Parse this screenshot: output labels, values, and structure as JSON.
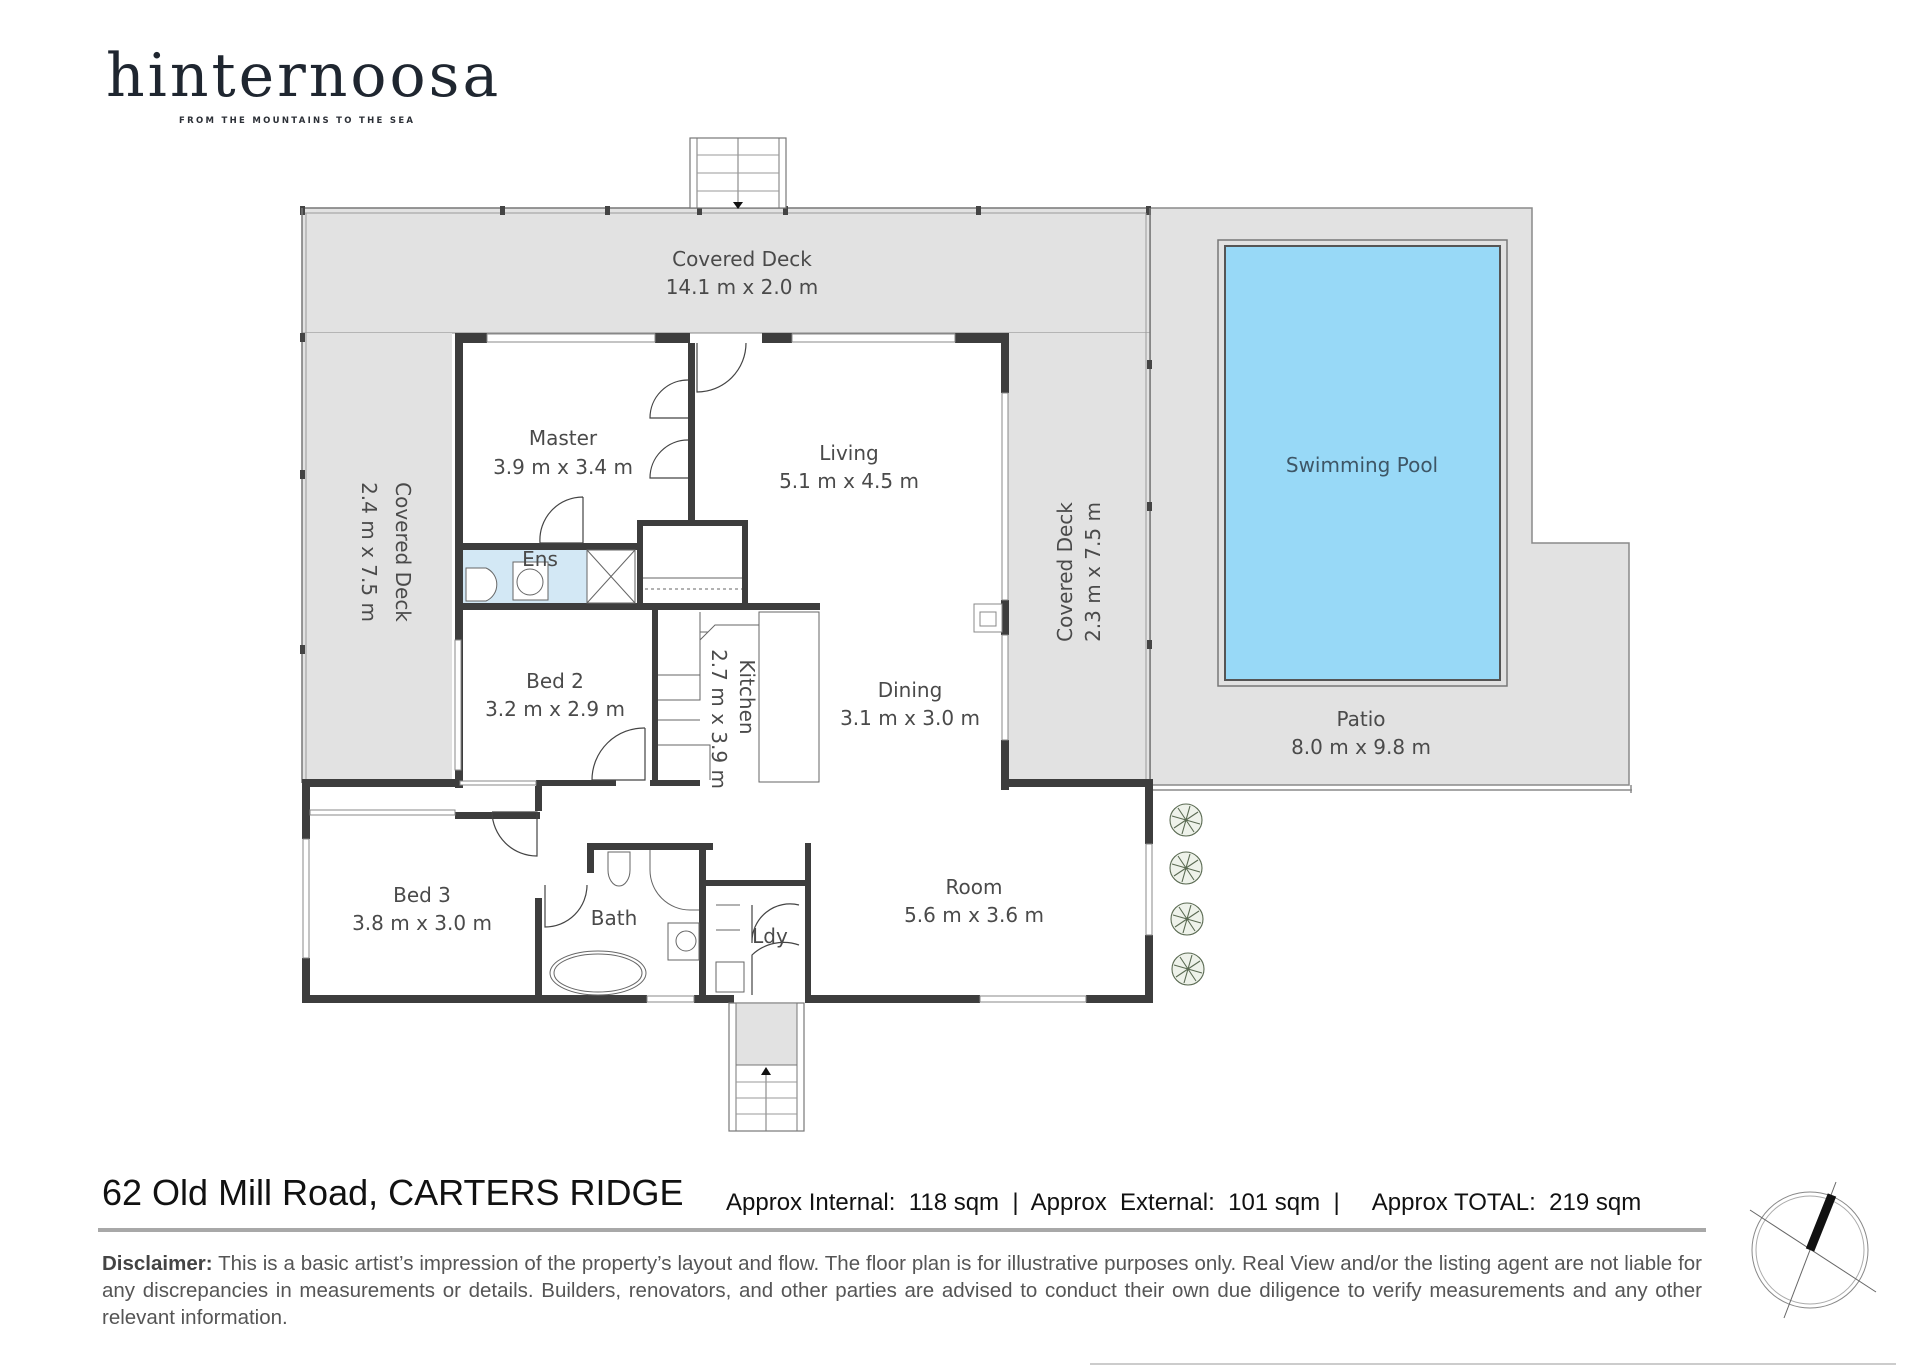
{
  "brand": {
    "name": "hinternoosa",
    "tagline": "FROM THE MOUNTAINS TO THE SEA"
  },
  "colors": {
    "wall": "#3d3d3d",
    "deck": "#e2e2e2",
    "wet_area": "#d3e8f5",
    "pool": "#98d9f7",
    "text": "#4a4a4a"
  },
  "floorplan": {
    "rooms": [
      {
        "id": "covered-deck-top",
        "name": "Covered Deck",
        "size": "14.1 m x 2.0 m"
      },
      {
        "id": "covered-deck-left",
        "name": "Covered Deck",
        "size": "2.4 m x 7.5 m"
      },
      {
        "id": "covered-deck-right",
        "name": "Covered Deck",
        "size": "2.3 m x 7.5 m"
      },
      {
        "id": "master",
        "name": "Master",
        "size": "3.9 m x 3.4 m"
      },
      {
        "id": "living",
        "name": "Living",
        "size": "5.1 m x 4.5 m"
      },
      {
        "id": "ensuite",
        "name": "Ens",
        "size": ""
      },
      {
        "id": "bed2",
        "name": "Bed 2",
        "size": "3.2 m x 2.9 m"
      },
      {
        "id": "kitchen",
        "name": "Kitchen",
        "size": "2.7 m x 3.9 m"
      },
      {
        "id": "dining",
        "name": "Dining",
        "size": "3.1 m x 3.0 m"
      },
      {
        "id": "bed3",
        "name": "Bed 3",
        "size": "3.8 m x 3.0 m"
      },
      {
        "id": "bath",
        "name": "Bath",
        "size": ""
      },
      {
        "id": "laundry",
        "name": "Ldy",
        "size": ""
      },
      {
        "id": "room",
        "name": "Room",
        "size": "5.6 m x 3.6 m"
      },
      {
        "id": "swimming-pool",
        "name": "Swimming Pool",
        "size": ""
      },
      {
        "id": "patio",
        "name": "Patio",
        "size": "8.0 m x 9.8 m"
      }
    ]
  },
  "footer": {
    "address": "62 Old Mill Road, CARTERS RIDGE",
    "internal_label": "Approx Internal:",
    "internal_value": "118 sqm",
    "external_label": "Approx  External:",
    "external_value": "101 sqm",
    "total_label": "Approx TOTAL:",
    "total_value": "219 sqm",
    "separator": "|",
    "disclaimer_label": "Disclaimer:",
    "disclaimer_text": "This is a basic artist’s impression of the property’s layout and flow. The floor plan is for illustrative purposes only. Real View and/or the listing agent are not liable for any discrepancies in measurements or details. Builders, renovators, and other parties are advised to conduct their own due diligence to verify measurements and any other relevant information."
  },
  "compass": {
    "icon": "north-arrow-icon"
  }
}
